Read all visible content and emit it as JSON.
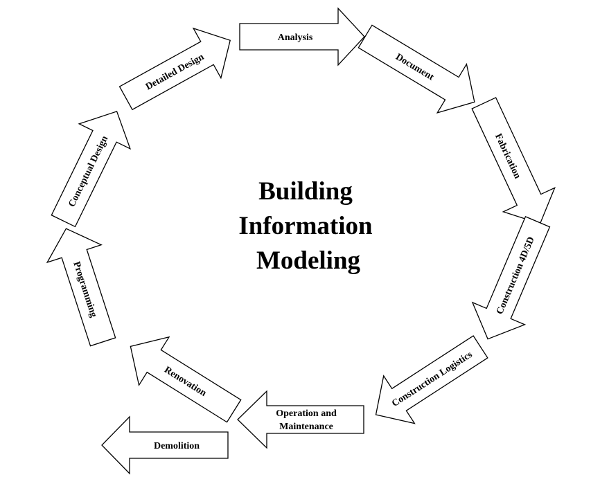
{
  "title": {
    "lines": [
      "Building",
      "Information",
      "Modeling"
    ]
  },
  "stages": [
    {
      "id": "analysis",
      "lines": [
        "Analysis"
      ]
    },
    {
      "id": "document",
      "lines": [
        "Document"
      ]
    },
    {
      "id": "fabrication",
      "lines": [
        "Fabrication"
      ]
    },
    {
      "id": "construction-4d-5d",
      "lines": [
        "Construction 4D/5D"
      ]
    },
    {
      "id": "construction-logistics",
      "lines": [
        "Construction Logistics"
      ]
    },
    {
      "id": "operation-maintenance",
      "lines": [
        "Operation and",
        "Maintenance"
      ]
    },
    {
      "id": "renovation",
      "lines": [
        "Renovation"
      ]
    },
    {
      "id": "demolition",
      "lines": [
        "Demolition"
      ]
    },
    {
      "id": "programming",
      "lines": [
        "Programming"
      ]
    },
    {
      "id": "conceptual-design",
      "lines": [
        "Conceptual Design"
      ]
    },
    {
      "id": "detailed-design",
      "lines": [
        "Detailed Design"
      ]
    }
  ],
  "colors": {
    "stroke": "#000000",
    "fill": "#ffffff",
    "text": "#000000"
  }
}
